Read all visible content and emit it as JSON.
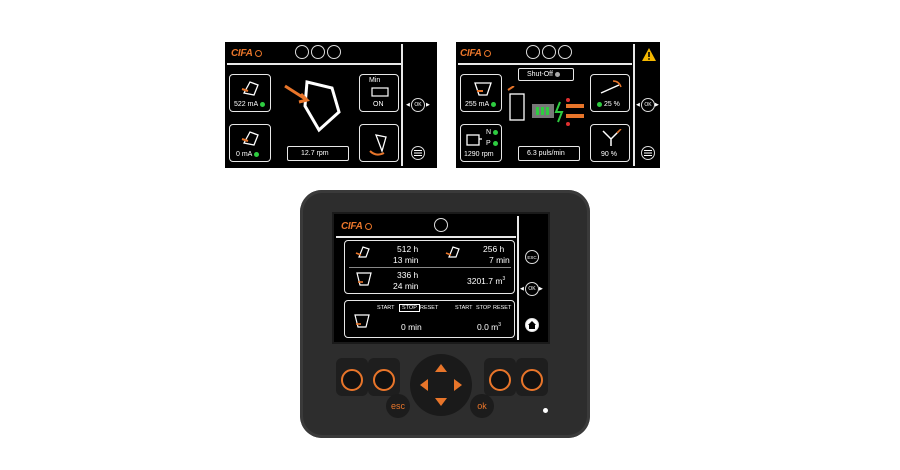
{
  "colors": {
    "accent": "#e8752a",
    "status_ok": "#2ecc40",
    "warning": "#f5b800"
  },
  "screen_left": {
    "logo": "CIFA",
    "boom_top_value": "522 mA",
    "boom_bottom_value": "0 mA",
    "mode_label": "Min",
    "mode_value": "ON",
    "rpm_value": "12.7 rpm",
    "ok_label": "OK"
  },
  "screen_right": {
    "logo": "CIFA",
    "shutoff_label": "Shut-Off",
    "pump_value": "255 mA",
    "percent_top": "25 %",
    "percent_bottom": "90 %",
    "engine_n": "N",
    "engine_p": "P",
    "engine_rpm": "1290 rpm",
    "pulse_value": "6.3 puls/min",
    "ok_label": "OK"
  },
  "device": {
    "logo": "CIFA",
    "counters": {
      "c1_hours": "512 h",
      "c1_mins": "13 min",
      "c2_hours": "256 h",
      "c2_mins": "7 min",
      "c3_hours": "336 h",
      "c3_mins": "24 min",
      "c4_volume": "3201.7 m",
      "c4_unit_sup": "3"
    },
    "trip": {
      "start1": "START",
      "stop1": "STOP",
      "reset1": "RESET",
      "start2": "START",
      "stop2": "STOP",
      "reset2": "RESET",
      "time_value": "0 min",
      "vol_value": "0.0 m",
      "vol_sup": "3"
    },
    "esc_side": "ESC",
    "ok_side": "OK",
    "esc_key": "esc",
    "ok_key": "ok"
  }
}
